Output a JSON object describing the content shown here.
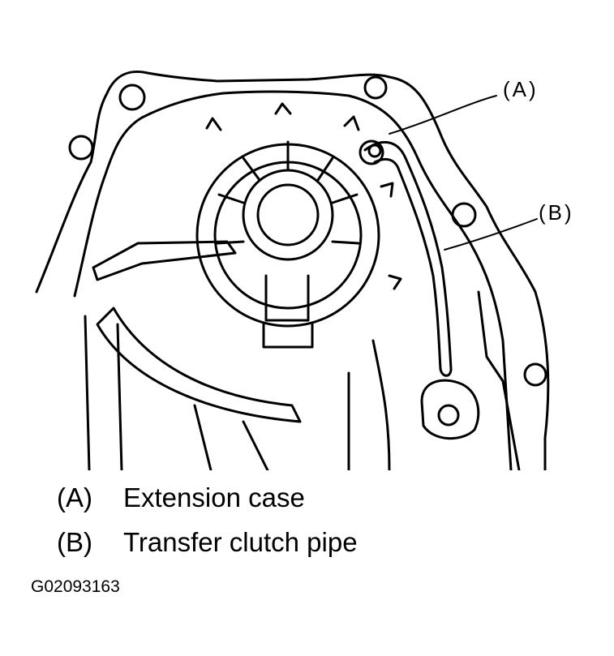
{
  "callouts": {
    "a": "(A)",
    "b": "(B)"
  },
  "legend": [
    {
      "key": "(A)",
      "label": "Extension case"
    },
    {
      "key": "(B)",
      "label": "Transfer clutch pipe"
    }
  ],
  "figure_id": "G02093163",
  "colors": {
    "line": "#000000",
    "background": "#ffffff"
  }
}
